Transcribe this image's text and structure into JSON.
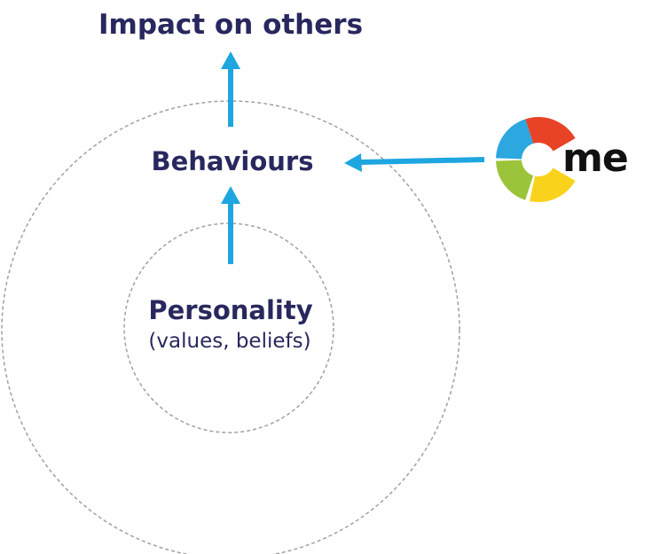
{
  "diagram": {
    "top_label": "Impact on others",
    "middle_label": "Behaviours",
    "core_label": "Personality",
    "core_sublabel": "(values, beliefs)"
  },
  "logo": {
    "text": "me",
    "segment_colors": [
      "#e84327",
      "#f9d21b",
      "#9cc43a",
      "#2ca7df"
    ]
  },
  "colors": {
    "text": "#28285e",
    "arrow": "#1ea6e0",
    "circle_stroke": "#a0a0a0"
  }
}
